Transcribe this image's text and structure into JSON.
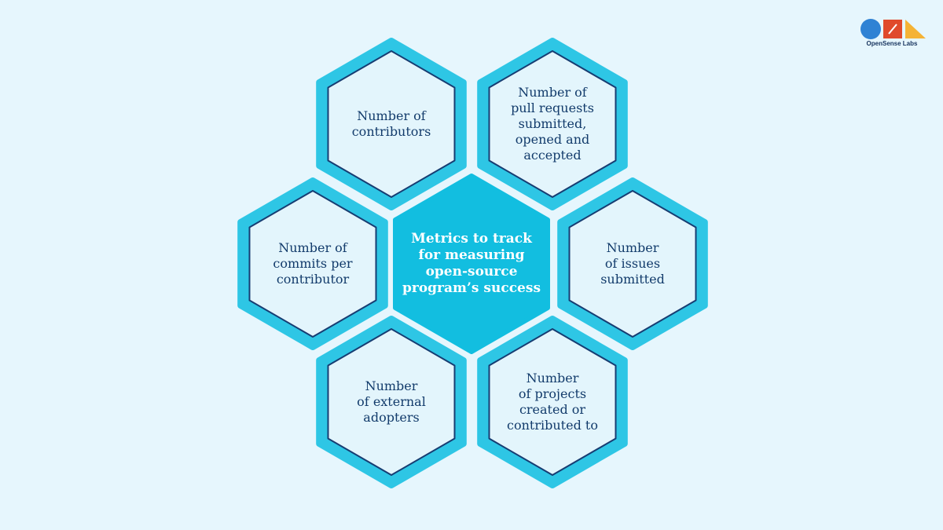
{
  "colors": {
    "background": "#e6f6fd",
    "outer_hex_border": "#2ec6e5",
    "inner_hex_fill": "#e3f5fc",
    "inner_hex_stroke": "#173d72",
    "center_hex_fill": "#12bee0",
    "text_dark": "#123b6b",
    "text_light": "#ffffff"
  },
  "diagram": {
    "center": {
      "label": "Metrics to track\nfor measuring\nopen-source\nprogram’s success"
    },
    "metrics": [
      {
        "label": "Number of\ncontributors"
      },
      {
        "label": "Number of\npull requests\nsubmitted,\nopened and\naccepted"
      },
      {
        "label": "Number of\ncommits per\ncontributor"
      },
      {
        "label": "Number\nof issues\nsubmitted"
      },
      {
        "label": "Number\nof external\nadopters"
      },
      {
        "label": "Number\nof projects\ncreated or\ncontributed to"
      }
    ]
  },
  "logo": {
    "text": "OpenSense Labs",
    "colors": {
      "circle": "#2f82d4",
      "square": "#e04a2b",
      "triangle": "#f5b335"
    }
  }
}
